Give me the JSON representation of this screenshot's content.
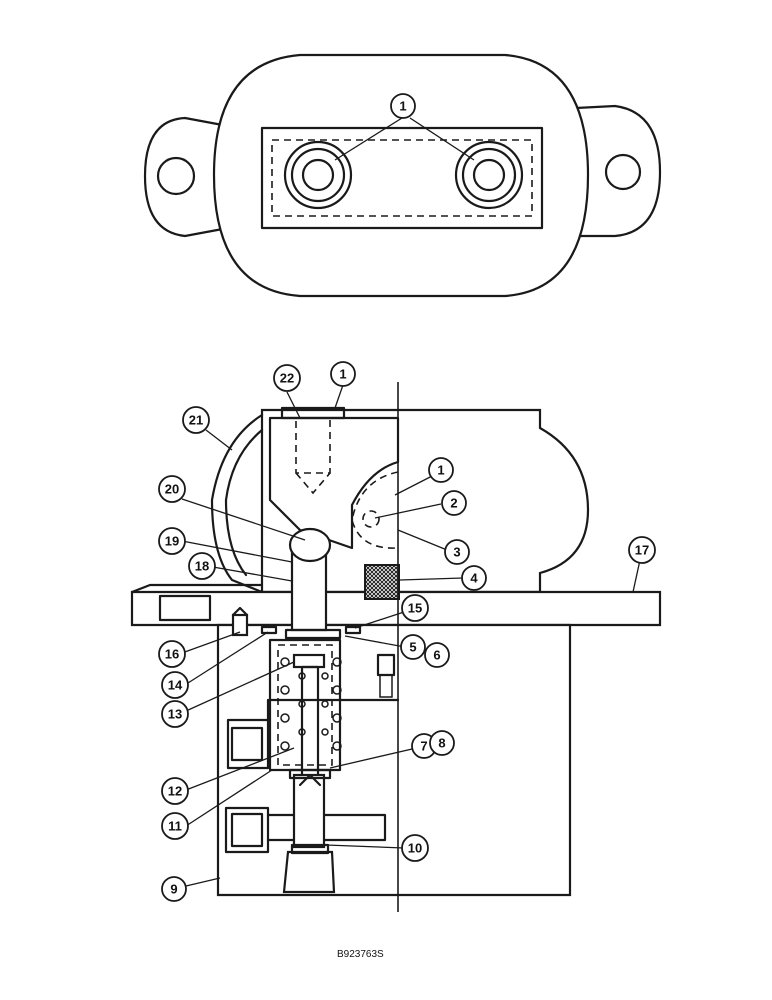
{
  "figure_id": "B923763S",
  "callouts": {
    "top_1": "1",
    "c22": "22",
    "c1": "1",
    "c21": "21",
    "c1b": "1",
    "c2": "2",
    "c20": "20",
    "c3": "3",
    "c19": "19",
    "c18": "18",
    "c4": "4",
    "c17": "17",
    "c15": "15",
    "c16": "16",
    "c14": "14",
    "c5": "5",
    "c6": "6",
    "c13": "13",
    "c7": "7",
    "c8": "8",
    "c12": "12",
    "c11": "11",
    "c10": "10",
    "c9": "9"
  }
}
